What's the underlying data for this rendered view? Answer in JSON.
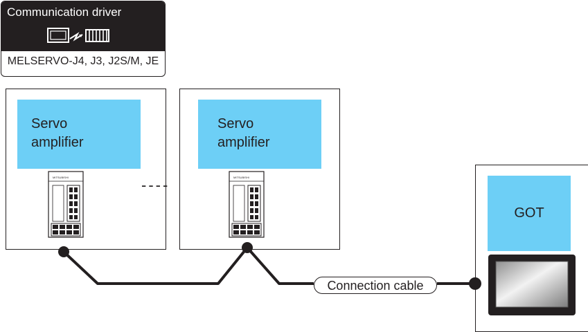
{
  "driver": {
    "title": "Communication driver",
    "icon": "pc-to-controller-link-icon",
    "models": "MELSERVO-J4, J3, J2S/M, JE"
  },
  "stations": [
    {
      "label_line1": "Servo",
      "label_line2": "amplifier"
    },
    {
      "label_line1": "Servo",
      "label_line2": "amplifier"
    }
  ],
  "ellipsis": "----",
  "got": {
    "label": "GOT"
  },
  "cable": {
    "label": "Connection cable"
  },
  "colors": {
    "block_fill": "#6dcff6",
    "line": "#231f20",
    "header_bg": "#231f20"
  }
}
